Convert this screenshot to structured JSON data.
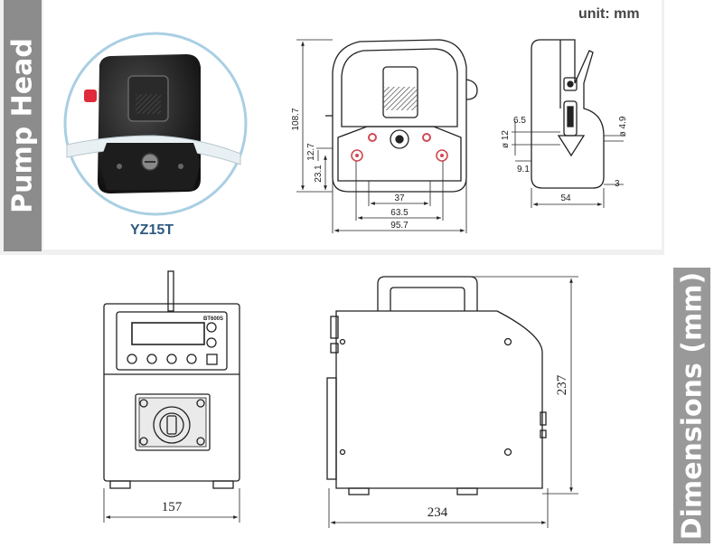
{
  "labels": {
    "unit": "unit: mm",
    "pump_head": "Pump Head",
    "dimensions": "Dimensions (mm)",
    "model": "YZ15T",
    "controller_brand": "BT600S"
  },
  "pump_head_front": {
    "height": "108.7",
    "offset_a": "12.7",
    "offset_b": "23.1",
    "w_inner": "37",
    "w_mid": "63.5",
    "w_outer": "95.7"
  },
  "pump_head_side": {
    "d_inner": "6.5",
    "d_tube": "ø 12",
    "d_small": "ø 4.9",
    "gap": "9.1",
    "depth": "54",
    "lip": "3"
  },
  "pump_body": {
    "width": "157",
    "depth": "234",
    "height": "237"
  }
}
